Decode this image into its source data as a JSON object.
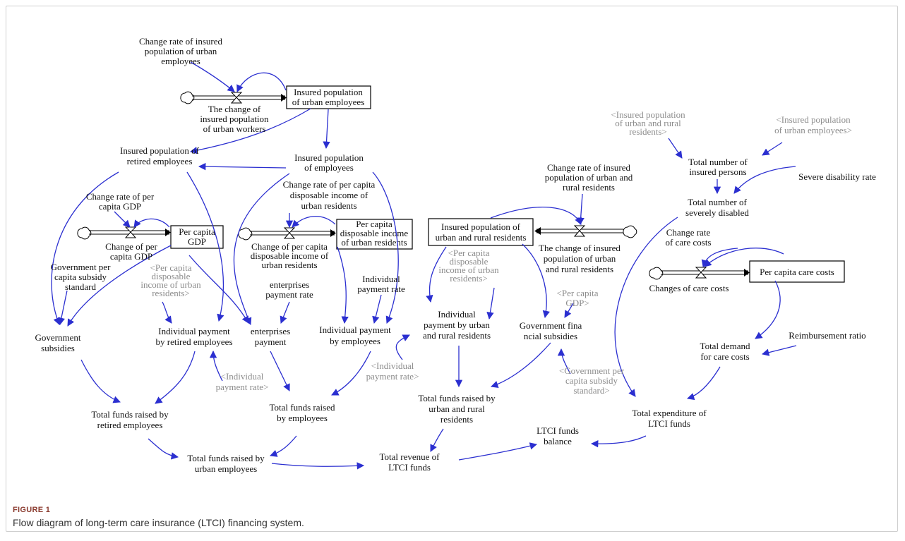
{
  "figure": {
    "label": "FIGURE 1",
    "caption": "Flow diagram of long-term care insurance (LTCI) financing system."
  },
  "colors": {
    "link": "#2b2fd0",
    "ghost_text": "#8c8c8c",
    "caption_label": "#8a3a2e"
  },
  "stocks": {
    "insured_urban_employees": [
      "Insured population",
      "of urban employees"
    ],
    "per_capita_gdp": [
      "Per capita",
      "GDP"
    ],
    "per_capita_income": [
      "Per capita",
      "disposable income",
      "of urban residents"
    ],
    "insured_urban_rural": [
      "Insured population of",
      "urban and rural residents"
    ],
    "per_capita_care_costs": [
      "Per capita care costs"
    ]
  },
  "flows": {
    "change_insured_urban_workers": [
      "The change of",
      "insured population",
      "of urban workers"
    ],
    "change_per_capita_gdp": [
      "Change of per",
      "capita GDP"
    ],
    "change_per_capita_income": [
      "Change of per capita",
      "disposable income of",
      "urban residents"
    ],
    "change_insured_urban_rural": [
      "The change of insured",
      "population of urban",
      "and rural residents"
    ],
    "changes_care_costs": [
      "Changes of care costs"
    ]
  },
  "variables": {
    "change_rate_insured_urban_employees": [
      "Change rate of insured",
      "population of urban",
      "employees"
    ],
    "insured_retired_employees": [
      "Insured population of",
      "retired employees"
    ],
    "insured_employees": [
      "Insured population",
      "of employees"
    ],
    "change_rate_per_capita_gdp": [
      "Change rate of per",
      "capita GDP"
    ],
    "change_rate_income": [
      "Change rate of per capita",
      "disposable income of",
      "urban residents"
    ],
    "change_rate_insured_urban_rural": [
      "Change rate of insured",
      "population of urban and",
      "rural residents"
    ],
    "total_insured_persons": [
      "Total number of",
      "insured persons"
    ],
    "severe_disability_rate": [
      "Severe disability rate"
    ],
    "total_severely_disabled": [
      "Total number of",
      "severely disabled"
    ],
    "change_rate_care_costs": [
      "Change rate",
      "of care costs"
    ],
    "gov_subsidy_standard": [
      "Government per",
      "capita subsidy",
      "standard"
    ],
    "enterprises_payment_rate": [
      "enterprises",
      "payment rate"
    ],
    "individual_payment_rate": [
      "Individual",
      "payment rate"
    ],
    "government_subsidies": [
      "Government",
      "subsidies"
    ],
    "individual_payment_retired": [
      "Individual payment",
      "by retired employees"
    ],
    "enterprises_payment": [
      "enterprises",
      "payment"
    ],
    "individual_payment_employees": [
      "Individual payment",
      "by employees"
    ],
    "individual_payment_urban_rural": [
      "Individual",
      "payment by urban",
      "and rural residents"
    ],
    "gov_financial_subsidies": [
      "Government fina",
      "ncial subsidies"
    ],
    "reimbursement_ratio": [
      "Reimbursement ratio"
    ],
    "total_demand_care_costs": [
      "Total demand",
      "for care costs"
    ],
    "total_funds_retired": [
      "Total funds raised by",
      "retired employees"
    ],
    "total_funds_employees": [
      "Total funds raised",
      "by employees"
    ],
    "total_funds_urban_rural": [
      "Total funds raised by",
      "urban and rural",
      "residents"
    ],
    "total_funds_urban_employees": [
      "Total funds raised by",
      "urban employees"
    ],
    "total_revenue_ltci": [
      "Total revenue of",
      "LTCI funds"
    ],
    "ltci_funds_balance": [
      "LTCI funds",
      "balance"
    ],
    "total_expenditure_ltci": [
      "Total expenditure of",
      "LTCI funds"
    ]
  },
  "shadow_variables": {
    "shadow_insured_urban_rural": [
      "<Insured population",
      "of urban and rural",
      "residents>"
    ],
    "shadow_insured_urban_employees": [
      "<Insured population",
      "of urban employees>"
    ],
    "shadow_income_1": [
      "<Per capita",
      "disposable",
      "income of urban",
      "residents>"
    ],
    "shadow_income_2": [
      "<Per capita",
      "disposable",
      "income of urban",
      "residents>"
    ],
    "shadow_gdp": [
      "<Per capita",
      "GDP>"
    ],
    "shadow_individual_payment_rate_1": [
      "<Individual",
      "payment rate>"
    ],
    "shadow_individual_payment_rate_2": [
      "<Individual",
      "payment rate>"
    ],
    "shadow_gov_subsidy_standard": [
      "<Government per",
      "capita subsidy",
      "standard>"
    ]
  }
}
